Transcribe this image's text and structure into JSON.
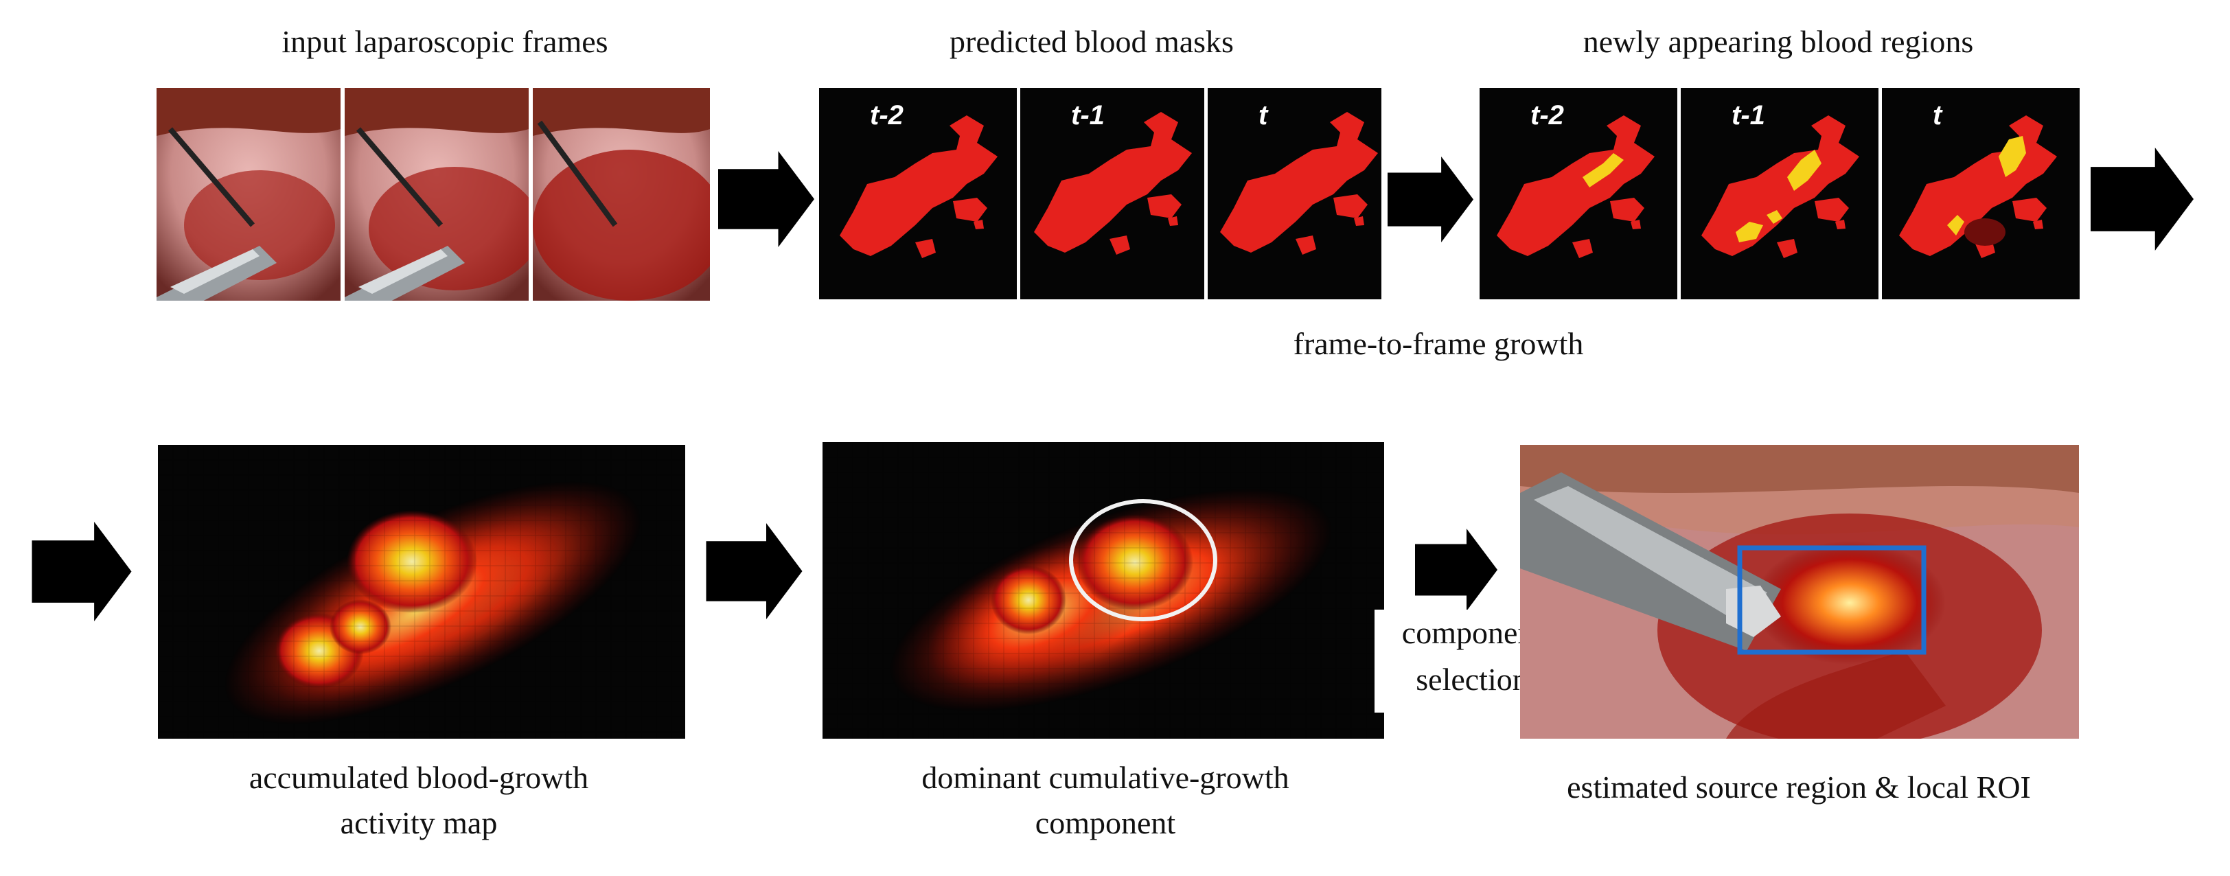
{
  "top_row": {
    "input_caption": "input laparoscopic frames",
    "masks_caption": "predicted blood masks",
    "new_regions_caption": "newly appearing blood regions",
    "growth_caption": "frame-to-frame growth",
    "time_labels": [
      "t-2",
      "t-1",
      "t"
    ]
  },
  "bottom_row": {
    "activity_caption_line1": "accumulated blood-growth",
    "activity_caption_line2": "activity map",
    "dominant_caption_line1": "dominant cumulative-growth",
    "dominant_caption_line2": "component",
    "selection_line1": "component",
    "selection_line2": "selection",
    "roi_caption": "estimated source region & local ROI"
  },
  "colors": {
    "mask_red": "#e5211d",
    "new_growth_yellow": "#f6d21c",
    "roi_box": "#1f6fd0",
    "background_black": "#050505"
  }
}
